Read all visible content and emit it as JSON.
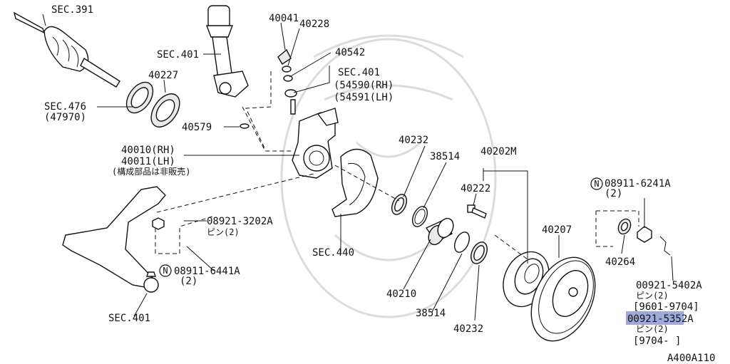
{
  "colors": {
    "line": "#111111",
    "background": "#ffffff",
    "highlight": "#8e9bd6",
    "watermark": "#dcdcdc"
  },
  "labels": {
    "sec391": "SEC.391",
    "sec401_strut": "SEC.401",
    "p40041": "40041",
    "p40228": "40228",
    "p40542": "40542",
    "sec401_nut": "SEC.401",
    "p54590": "(54590(RH)",
    "p54591": "(54591(LH)",
    "p40227": "40227",
    "sec476": "SEC.476",
    "p47970": "(47970)",
    "p40579": "40579",
    "p40010": "40010(RH)",
    "p40011": "40011(LH)",
    "not_sold": "(構成部品は非販売)",
    "p40232_top": "40232",
    "p38514_top": "38514",
    "p40202m": "40202M",
    "p40222": "40222",
    "p08911_6241a": "08911-6241A",
    "qty_2a": "(2)",
    "p40207": "40207",
    "p40264": "40264",
    "p08921_3202a": "08921-3202A",
    "pin2_a": "ピン(2)",
    "sec440": "SEC.440",
    "p08911_6441a": "08911-6441A",
    "qty_2b": "(2)",
    "p40210": "40210",
    "p38514_bottom": "38514",
    "p40232_bottom": "40232",
    "sec401_arm": "SEC.401",
    "p00921_5402a": "00921-5402A",
    "pin2_b": "ピン(2)",
    "date_a": "[9601-9704]",
    "p00921_5352a": "00921-5352A",
    "pin2_c": "ピン(2)",
    "date_b": "[9704-    ]",
    "diagram_code": "A400A110",
    "n_mark": "N"
  }
}
